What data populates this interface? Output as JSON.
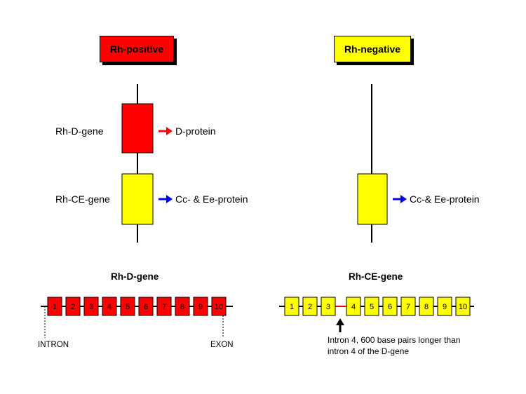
{
  "colors": {
    "red": "#ff0000",
    "yellow": "#ffff00",
    "black": "#000000",
    "arrow_red": "#ff0000",
    "arrow_blue": "#0000ff"
  },
  "left": {
    "title": "Rh-positive",
    "gene_d_label": "Rh-D-gene",
    "gene_d_product": "D-protein",
    "gene_ce_label": "Rh-CE-gene",
    "gene_ce_product": "Cc- & Ee-protein"
  },
  "right": {
    "title": "Rh-negative",
    "gene_ce_product": "Cc-& Ee-protein"
  },
  "d_gene_map": {
    "title": "Rh-D-gene",
    "exons": [
      "1",
      "2",
      "3",
      "4",
      "5",
      "6",
      "7",
      "8",
      "9",
      "10"
    ],
    "intron_label": "INTRON",
    "exon_label": "EXON"
  },
  "ce_gene_map": {
    "title": "Rh-CE-gene",
    "exons": [
      "1",
      "2",
      "3",
      "4",
      "5",
      "6",
      "7",
      "8",
      "9",
      "10"
    ],
    "note_line1": "Intron 4, 600 base pairs longer than",
    "note_line2": "intron 4 of the D-gene"
  }
}
